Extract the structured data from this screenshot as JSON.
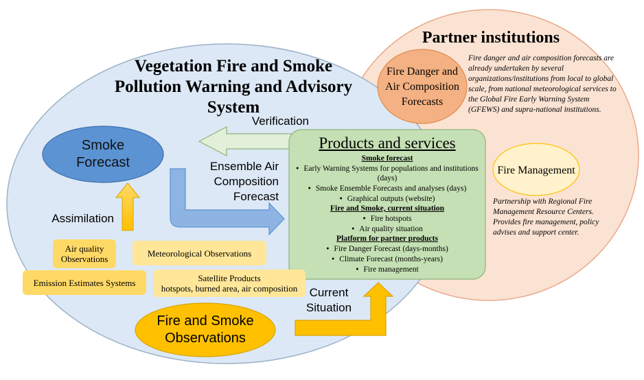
{
  "titles": {
    "main": "Vegetation Fire and Smoke Pollution Warning and Advisory System",
    "partner": "Partner institutions"
  },
  "partner": {
    "description": "Fire danger and air composition forecasts are already undertaken by several organizations/institutions from local to global scale, from national meteorological services to the Global Fire Early Warning System (GFEWS) and supra-national institutions.",
    "fire_danger_oval": "Fire Danger and Air Composition Forecasts",
    "fire_management_oval": "Fire Management",
    "fire_management_desc": "Partnership with Regional Fire Management Resource Centers. Provides fire management, policy advises and support center."
  },
  "nodes": {
    "smoke_forecast": "Smoke Forecast",
    "fire_smoke_obs": "Fire and Smoke Observations"
  },
  "arrow_labels": {
    "verification": "Verification",
    "ensemble": "Ensemble Air Composition Forecast",
    "assimilation": "Assimilation",
    "current": "Current Situation"
  },
  "observations": {
    "air_quality": "Air quality Observations",
    "meteorological": "Meteorological Observations",
    "emission": "Emission Estimates Systems",
    "satellite_title": "Satellite Products",
    "satellite_sub": "hotspots, burned area, air composition"
  },
  "products": {
    "title": "Products and services",
    "sections": [
      {
        "heading": "Smoke forecast",
        "items": [
          "Early Warning Systems for populations and institutions (days)",
          "Smoke Ensemble Forecasts and analyses (days)",
          "Graphical outputs (website)"
        ]
      },
      {
        "heading": "Fire and Smoke, current situation",
        "items": [
          "Fire hotspots",
          "Air quality situation"
        ]
      },
      {
        "heading": "Platform for partner products",
        "items": [
          "Fire Danger Forecast (days-months)",
          "Climate Forecast (months-years)",
          "Fire management"
        ]
      }
    ]
  },
  "colors": {
    "main_ellipse": "#dce8f5",
    "partner_ellipse": "#fbe3d3",
    "smoke_oval": "#5b93d3",
    "fire_obs_oval": "#ffc000",
    "products_box": "#c5e0b4",
    "fire_danger_oval": "#f4b183",
    "fire_mgmt_oval": "#fff2cc",
    "obs_box_dark": "#ffd966",
    "obs_box_light": "#ffe699"
  }
}
